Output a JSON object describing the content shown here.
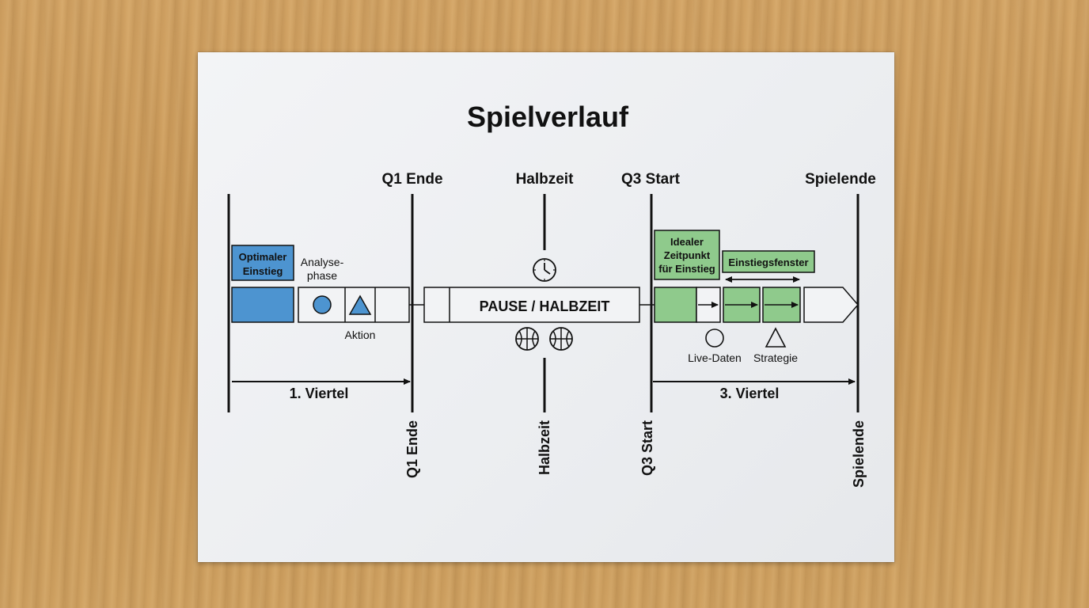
{
  "title": "Spielverlauf",
  "markers_top": {
    "q1_end": "Q1 Ende",
    "halftime": "Halbzeit",
    "q3_start": "Q3 Start",
    "game_end": "Spielende"
  },
  "markers_bottom": {
    "q1_end": "Q1 Ende",
    "halftime": "Halbzeit",
    "q3_start": "Q3 Start",
    "game_end": "Spielende"
  },
  "first_quarter": {
    "box_label_line1": "Optimaler",
    "box_label_line2": "Einstieg",
    "analysis_line1": "Analyse-",
    "analysis_line2": "phase",
    "action_label": "Aktion",
    "span_label": "1. Viertel"
  },
  "pause": {
    "label": "PAUSE / HALBZEIT"
  },
  "third_quarter": {
    "ideal_line1": "Idealer",
    "ideal_line2": "Zeitpunkt",
    "ideal_line3": "für Einstieg",
    "window_label": "Einstiegsfenster",
    "live_label": "Live-Daten",
    "strategy_label": "Strategie",
    "span_label": "3. Viertel"
  },
  "colors": {
    "blue": "#4d94d0",
    "green": "#8fca8c",
    "ink": "#111111"
  },
  "icons": [
    "clock-icon",
    "basketball-icon",
    "circle-icon",
    "triangle-icon",
    "arrow-icon"
  ]
}
